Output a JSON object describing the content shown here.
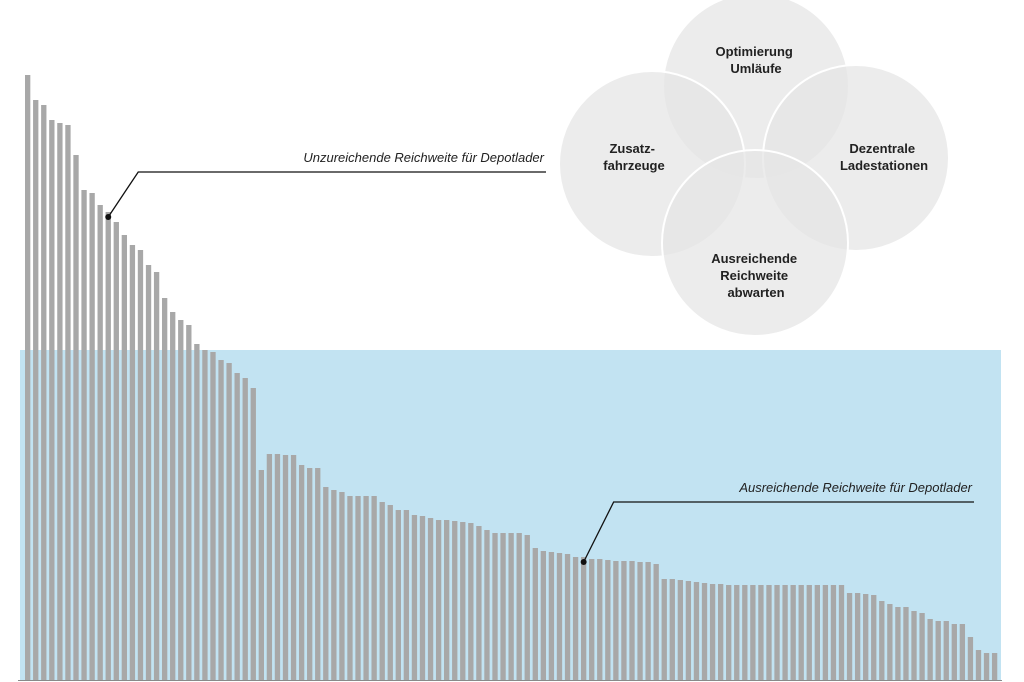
{
  "colors": {
    "bar": "#a8a8a8",
    "band": "#c2e3f2",
    "circle_fill": "#e6e6e6",
    "circle_stroke": "#ffffff",
    "line": "#111111",
    "text": "#222222"
  },
  "chart_data": {
    "type": "bar",
    "sorted": "descending",
    "threshold": 330,
    "ylim": [
      0,
      610
    ],
    "values": [
      605,
      580,
      575,
      560,
      557,
      555,
      525,
      490,
      487,
      475,
      468,
      458,
      445,
      435,
      430,
      415,
      408,
      382,
      368,
      360,
      355,
      336,
      330,
      328,
      320,
      317,
      307,
      302,
      292,
      210,
      226,
      226,
      225,
      225,
      215,
      212,
      212,
      193,
      190,
      188,
      184,
      184,
      184,
      184,
      178,
      175,
      170,
      170,
      165,
      164,
      162,
      160,
      160,
      159,
      158,
      157,
      154,
      150,
      147,
      147,
      147,
      147,
      145,
      132,
      129,
      128,
      127,
      126,
      123,
      123,
      121,
      121,
      120,
      119,
      119,
      119,
      118,
      118,
      116,
      101,
      101,
      100,
      99,
      98,
      97,
      96,
      96,
      95,
      95,
      95,
      95,
      95,
      95,
      95,
      95,
      95,
      95,
      95,
      95,
      95,
      95,
      95,
      87,
      87,
      86,
      85,
      79,
      76,
      73,
      73,
      69,
      67,
      61,
      59,
      59,
      56,
      56,
      43,
      30,
      27,
      27
    ],
    "annotations": [
      {
        "text": "Unzureichende Reichweite für Depotlader",
        "bar_index": 10
      },
      {
        "text": "Ausreichende Reichweite für Depotlader",
        "bar_index": 69
      }
    ]
  },
  "venn": {
    "circles": [
      {
        "id": "top",
        "lines": [
          "Optimierung",
          "Umläufe"
        ]
      },
      {
        "id": "left",
        "lines": [
          "Zusatz-",
          "fahrzeuge"
        ]
      },
      {
        "id": "right",
        "lines": [
          "Dezentrale",
          "Ladestationen"
        ]
      },
      {
        "id": "bottom",
        "lines": [
          "Ausreichende",
          "Reichweite",
          "abwarten"
        ]
      }
    ]
  }
}
